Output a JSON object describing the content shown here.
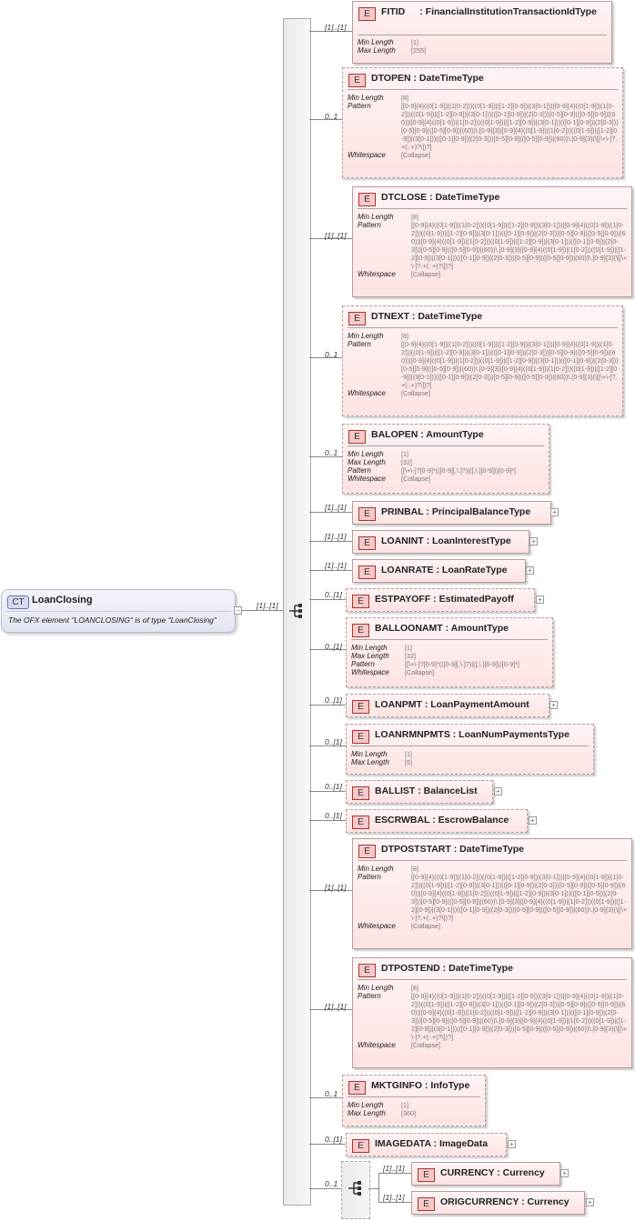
{
  "complex_type": {
    "badge": "CT",
    "name": "LoanClosing",
    "doc": "The OFX element \"LOANCLOSING\" is of type \"LoanClosing\""
  },
  "sequence_cardinality": "[1]..[1]",
  "prop_labels": {
    "min_length": "Min Length",
    "max_length": "Max Length",
    "pattern": "Pattern",
    "whitespace": "Whitespace"
  },
  "date_pattern": "[[0-9]{4}((0[1-9])|(1[0-2]))((0[1-9])|([1-2][0-9])|(3[0-1]))|[0-9]{4}((0[1-9])|(1[0-2]))((0[1-9])|([1-2][0-9])|(3[0-1]))(([0-1][0-9])|(2[0-3]))[0-5][0-9](([0-5][0-9])|(60))|[0-9]{4}((0[1-9])|(1[0-2]))((0[1-9])|([1-2][0-9])|(3[0-1]))(([0-1][0-9])|(2[0-3]))[0-5][0-9](([0-5][0-9])|(60))\\.[0-9]{3}|[0-9]{4}((0[1-9])|(1[0-2]))((0[1-9])|([1-2][0-9])|(3[0-1]))(([0-1][0-9])|(2[0-3]))[0-5][0-9](([0-5][0-9])|(60))\\.[0-9]{3}(\\[[\\+\\-]?.+(:.+)?\\])?]",
  "amount_pattern": "[[\\+\\-]?[0-9]*(([0-9][,\\.]?)|([,\\.][0-9]))[0-9]*]",
  "elements": [
    {
      "badge": "E",
      "name": "FITID",
      "type": "FinancialInstitutionTransactionIdType",
      "card": "[1]..[1]",
      "min": "[1]",
      "max": "[255]"
    },
    {
      "badge": "E",
      "name": "DTOPEN",
      "type": "DateTimeType",
      "card": "0..1",
      "min": "[8]",
      "whitespace": "[Collapse]"
    },
    {
      "badge": "E",
      "name": "DTCLOSE",
      "type": "DateTimeType",
      "card": "[1]..[1]",
      "min": "[8]",
      "whitespace": "[Collapse]"
    },
    {
      "badge": "E",
      "name": "DTNEXT",
      "type": "DateTimeType",
      "card": "0..1",
      "min": "[8]",
      "whitespace": "[Collapse]"
    },
    {
      "badge": "E",
      "name": "BALOPEN",
      "type": "AmountType",
      "card": "0..1",
      "min": "[1]",
      "max": "[32]",
      "whitespace": "[Collapse]"
    },
    {
      "badge": "E",
      "name": "PRINBAL",
      "type": "PrincipalBalanceType",
      "card": "[1]..[1]"
    },
    {
      "badge": "E",
      "name": "LOANINT",
      "type": "LoanInterestType",
      "card": "[1]..[1]"
    },
    {
      "badge": "E",
      "name": "LOANRATE",
      "type": "LoanRateType",
      "card": "[1]..[1]"
    },
    {
      "badge": "E",
      "name": "ESTPAYOFF",
      "type": "EstimatedPayoff",
      "card": "0..[1]"
    },
    {
      "badge": "E",
      "name": "BALLOONAMT",
      "type": "AmountType",
      "card": "0..[1]",
      "min": "[1]",
      "max": "[32]",
      "whitespace": "[Collapse]"
    },
    {
      "badge": "E",
      "name": "LOANPMT",
      "type": "LoanPaymentAmount",
      "card": "0..[1]"
    },
    {
      "badge": "E",
      "name": "LOANRMNPMTS",
      "type": "LoanNumPaymentsType",
      "card": "0..[1]",
      "min": "[1]",
      "max": "[5]"
    },
    {
      "badge": "E",
      "name": "BALLIST",
      "type": "BalanceList",
      "card": "0..[1]"
    },
    {
      "badge": "E",
      "name": "ESCRWBAL",
      "type": "EscrowBalance",
      "card": "0..[1]"
    },
    {
      "badge": "E",
      "name": "DTPOSTSTART",
      "type": "DateTimeType",
      "card": "[1]..[1]",
      "min": "[8]",
      "whitespace": "[Collapse]"
    },
    {
      "badge": "E",
      "name": "DTPOSTEND",
      "type": "DateTimeType",
      "card": "[1]..[1]",
      "min": "[8]",
      "whitespace": "[Collapse]"
    },
    {
      "badge": "E",
      "name": "MKTGINFO",
      "type": "InfoType",
      "card": "0..1",
      "min": "[1]",
      "max": "[360]"
    },
    {
      "badge": "E",
      "name": "IMAGEDATA",
      "type": "ImageData",
      "card": "0..[1]"
    }
  ],
  "choice": {
    "card": "0..1",
    "items": [
      {
        "badge": "E",
        "name": "CURRENCY",
        "type": "Currency",
        "card": "[1]..[1]"
      },
      {
        "badge": "E",
        "name": "ORIGCURRENCY",
        "type": "Currency",
        "card": "[1]..[1]"
      }
    ]
  }
}
